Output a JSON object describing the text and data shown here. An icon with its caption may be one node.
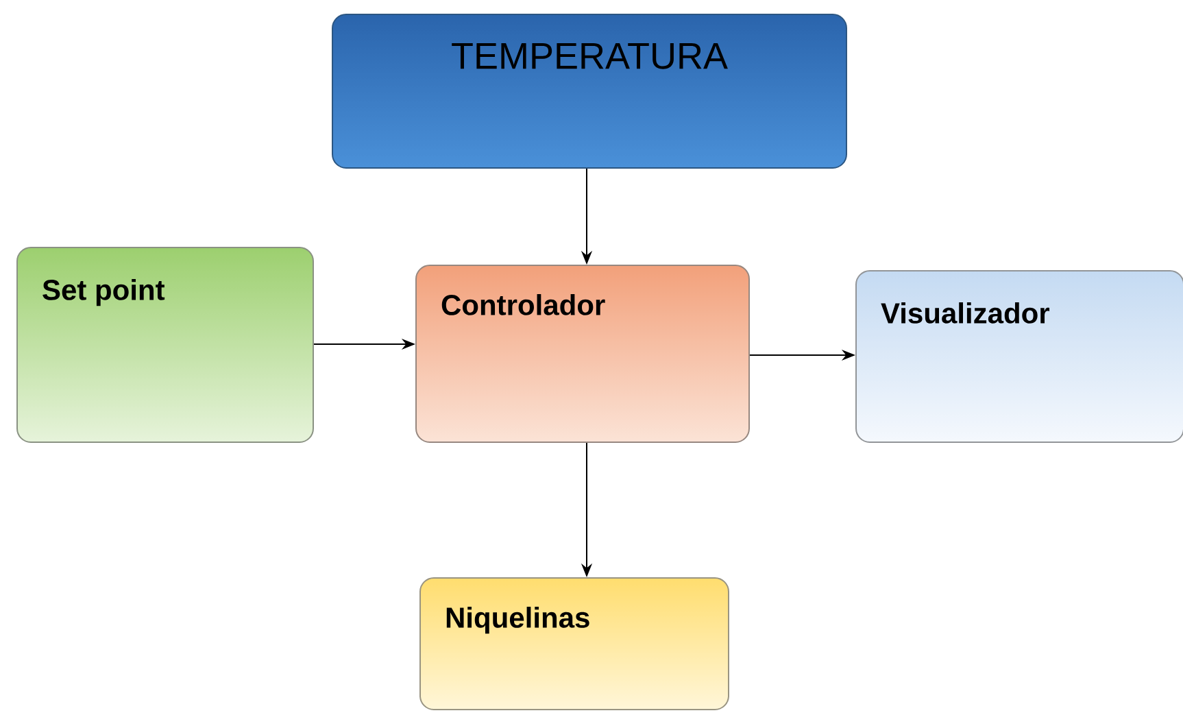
{
  "diagram": {
    "nodes": [
      {
        "text": [
          "TEMPERATURA"
        ]
      },
      {
        "text": [
          "Set point"
        ]
      },
      {
        "text": [
          "Controlador"
        ]
      },
      {
        "text": [
          "Visualizador"
        ]
      },
      {
        "text": [
          "Niquelinas"
        ]
      }
    ],
    "edges": [
      {
        "from": 0,
        "to": 2,
        "arrow": "to"
      },
      {
        "from": 1,
        "to": 2,
        "arrow": "to"
      },
      {
        "from": 2,
        "to": 3,
        "arrow": "to"
      },
      {
        "from": 2,
        "to": 4,
        "arrow": "to"
      }
    ]
  }
}
